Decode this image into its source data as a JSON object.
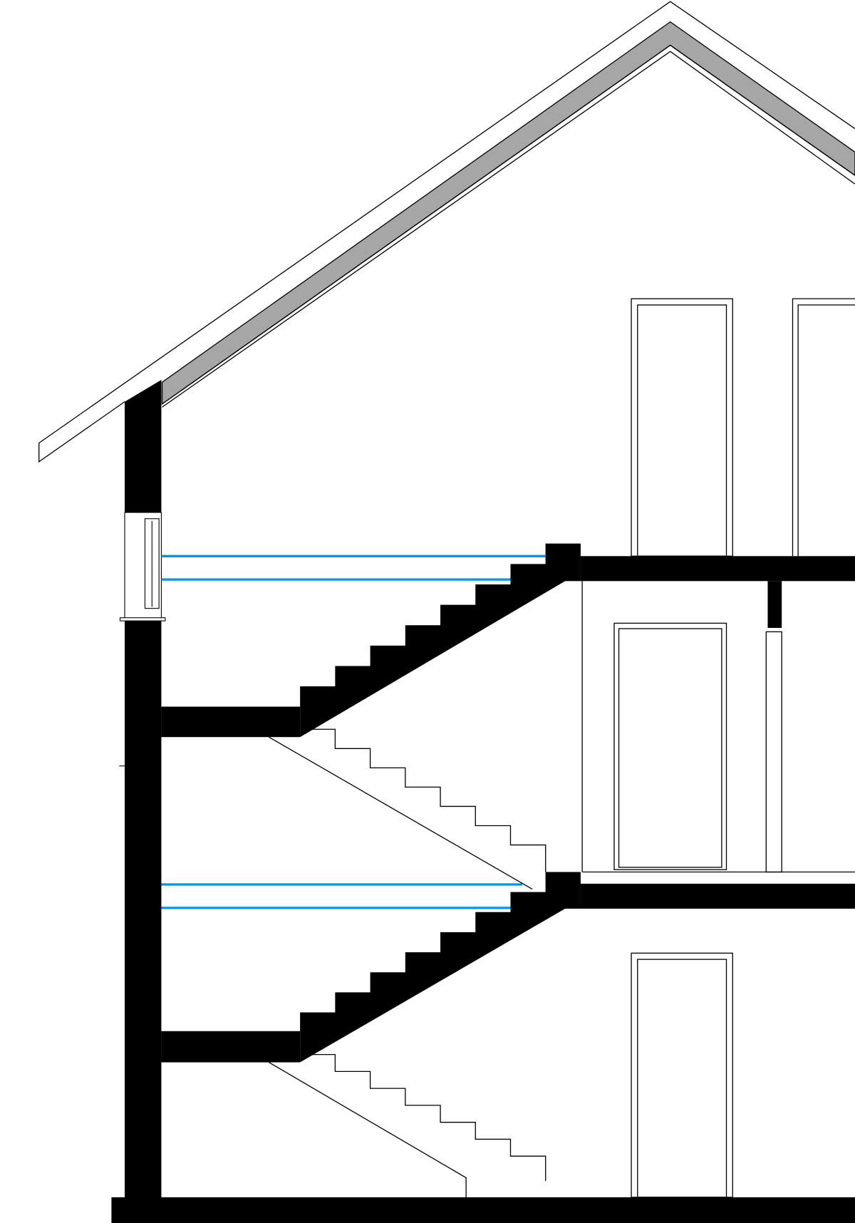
{
  "drawing": {
    "kind": "building-section",
    "colors": {
      "structure": "#000000",
      "roof_insulation": "#a6a6a6",
      "handrail": "#0095e6",
      "outline": "#000000",
      "background": "#ffffff"
    },
    "flights": [
      {
        "level": "upper",
        "steps": 8
      },
      {
        "level": "lower",
        "steps": 8
      }
    ]
  }
}
